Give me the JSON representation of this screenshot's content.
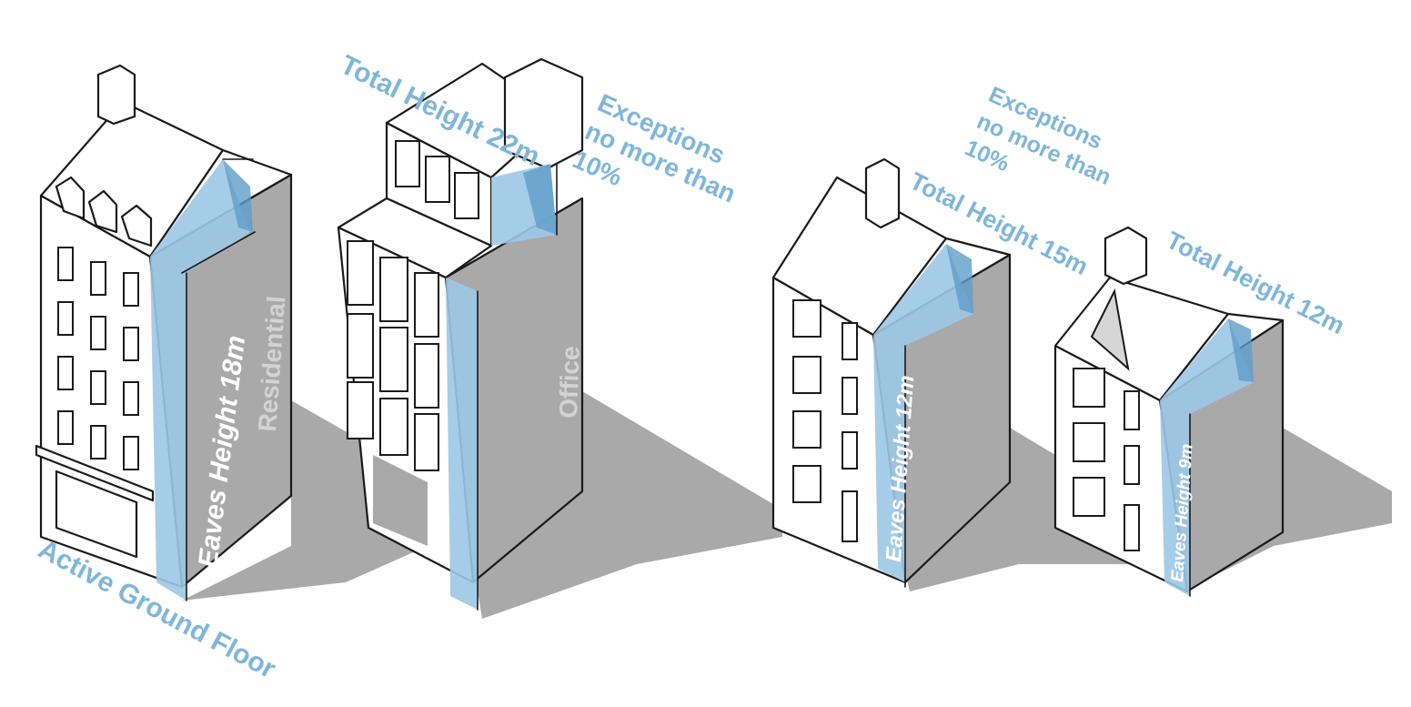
{
  "colors": {
    "measure_blue": "#9cc8e6",
    "label_blue": "#7fb6dc",
    "shadow_grey": "#a9a9a9",
    "ink": "#1a1a1a"
  },
  "labels": {
    "total_height_22m": "Total Height 22m",
    "exceptions_1": [
      "Exceptions",
      "no more than",
      "10%"
    ],
    "exceptions_2": [
      "Exceptions",
      "no more than",
      "10%"
    ],
    "total_height_15m": "Total Height 15m",
    "total_height_12m": "Total Height 12m",
    "eaves_height_18m": "Eaves Height 18m",
    "residential": "Residential",
    "office": "Office",
    "eaves_height_12m": "Eaves Height 12m",
    "eaves_height_9m": "Eaves Height 9m",
    "active_ground_floor": "Active Ground Floor"
  }
}
